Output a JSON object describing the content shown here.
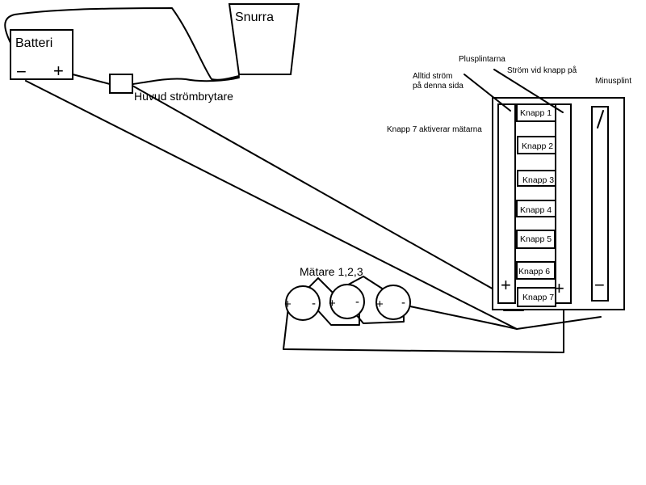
{
  "labels": {
    "battery": "Batteri",
    "spinner": "Snurra",
    "main_switch": "Huvud strömbrytare",
    "meters": "Mätare 1,2,3",
    "plus_terminals": "Plusplintarna",
    "always_power_line1": "Alltid ström",
    "always_power_line2": "på denna sida",
    "power_on_button": "Ström vid knapp på",
    "minus_terminal": "Minusplint",
    "button7_note": "Knapp 7 aktiverar mätarna"
  },
  "battery_terminals": {
    "minus": "−",
    "plus": "+"
  },
  "panel_symbols": {
    "left_plus": "+",
    "right_plus": "+",
    "minus": "−"
  },
  "buttons": [
    "Knapp 1",
    "Knapp 2",
    "Knapp 3",
    "Knapp 4",
    "Knapp 5",
    "Knapp 6",
    "Knapp 7"
  ],
  "meters": [
    {
      "plus": "+",
      "minus": "-"
    },
    {
      "plus": "+",
      "minus": "-"
    },
    {
      "plus": "+",
      "minus": "-"
    }
  ]
}
